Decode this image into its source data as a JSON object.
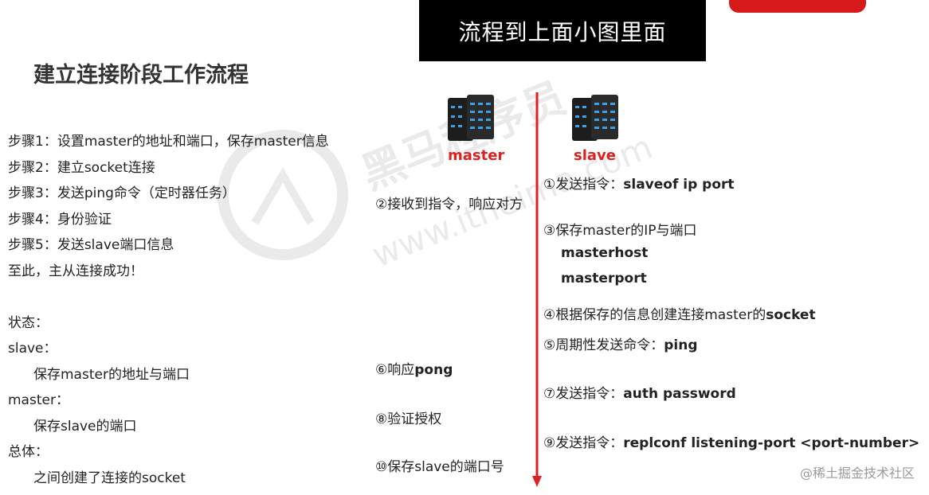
{
  "banner": {
    "title": "流程到上面小图里面"
  },
  "page_title": "建立连接阶段工作流程",
  "steps": [
    "步骤1：设置master的地址和端口，保存master信息",
    "步骤2：建立socket连接",
    "步骤3：发送ping命令（定时器任务）",
    "步骤4：身份验证",
    "步骤5：发送slave端口信息",
    "至此，主从连接成功！"
  ],
  "status": {
    "heading": "状态：",
    "slave_label": "slave：",
    "slave_desc": "保存master的地址与端口",
    "master_label": "master：",
    "master_desc": "保存slave的端口",
    "overall_label": "总体：",
    "overall_desc": "之间创建了连接的socket"
  },
  "diagram": {
    "master_label": "master",
    "slave_label": "slave",
    "master_steps": [
      {
        "prefix": "②接收到指令，响应对方",
        "bold": ""
      },
      {
        "prefix": "⑥响应",
        "bold": "pong"
      },
      {
        "prefix": "⑧验证授权",
        "bold": ""
      },
      {
        "prefix": "⑩保存slave的端口号",
        "bold": ""
      }
    ],
    "slave_steps": [
      {
        "prefix": "①发送指令：",
        "bold": "slaveof  ip  port"
      },
      {
        "prefix": "③保存master的IP与端口",
        "bold": ""
      },
      {
        "prefix": "④根据保存的信息创建连接master的",
        "bold": "socket"
      },
      {
        "prefix": "⑤周期性发送命令：",
        "bold": "ping"
      },
      {
        "prefix": "⑦发送指令：",
        "bold": "auth  password"
      },
      {
        "prefix": "⑨发送指令：",
        "bold": "replconf listening-port <port-number>"
      }
    ],
    "slave_sub": [
      "masterhost",
      "masterport"
    ]
  },
  "watermark": {
    "text": "黑马程序员",
    "url": "www.itheima.com"
  },
  "credit": "@稀土掘金技术社区",
  "colors": {
    "accent_red": "#e02020",
    "banner_bg": "#000000",
    "pill_red": "#d61a1a"
  }
}
